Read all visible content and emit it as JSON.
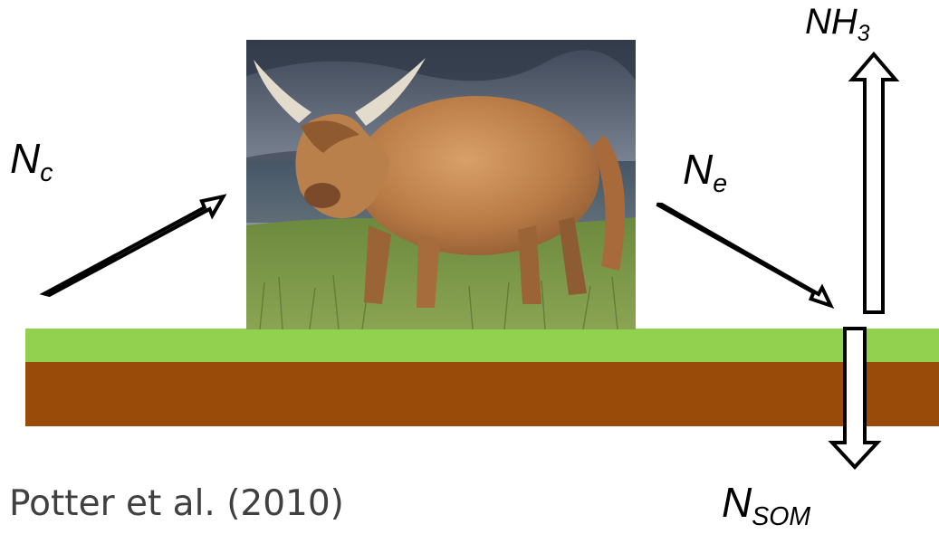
{
  "labels": {
    "consumption": {
      "base": "N",
      "sub": "c"
    },
    "excretion": {
      "base": "N",
      "sub": "e"
    },
    "volatilization": {
      "base": "NH",
      "sub": "3"
    },
    "soil_organic_matter": {
      "base": "N",
      "sub": "SOM"
    }
  },
  "citation": "Potter et al. (2010)",
  "colors": {
    "grass": "#92d050",
    "soil": "#994b0a",
    "arrow_fill": "#ffffff",
    "arrow_stroke": "#000000"
  },
  "photo": {
    "subject": "highland-cow-in-grassland-photo"
  }
}
